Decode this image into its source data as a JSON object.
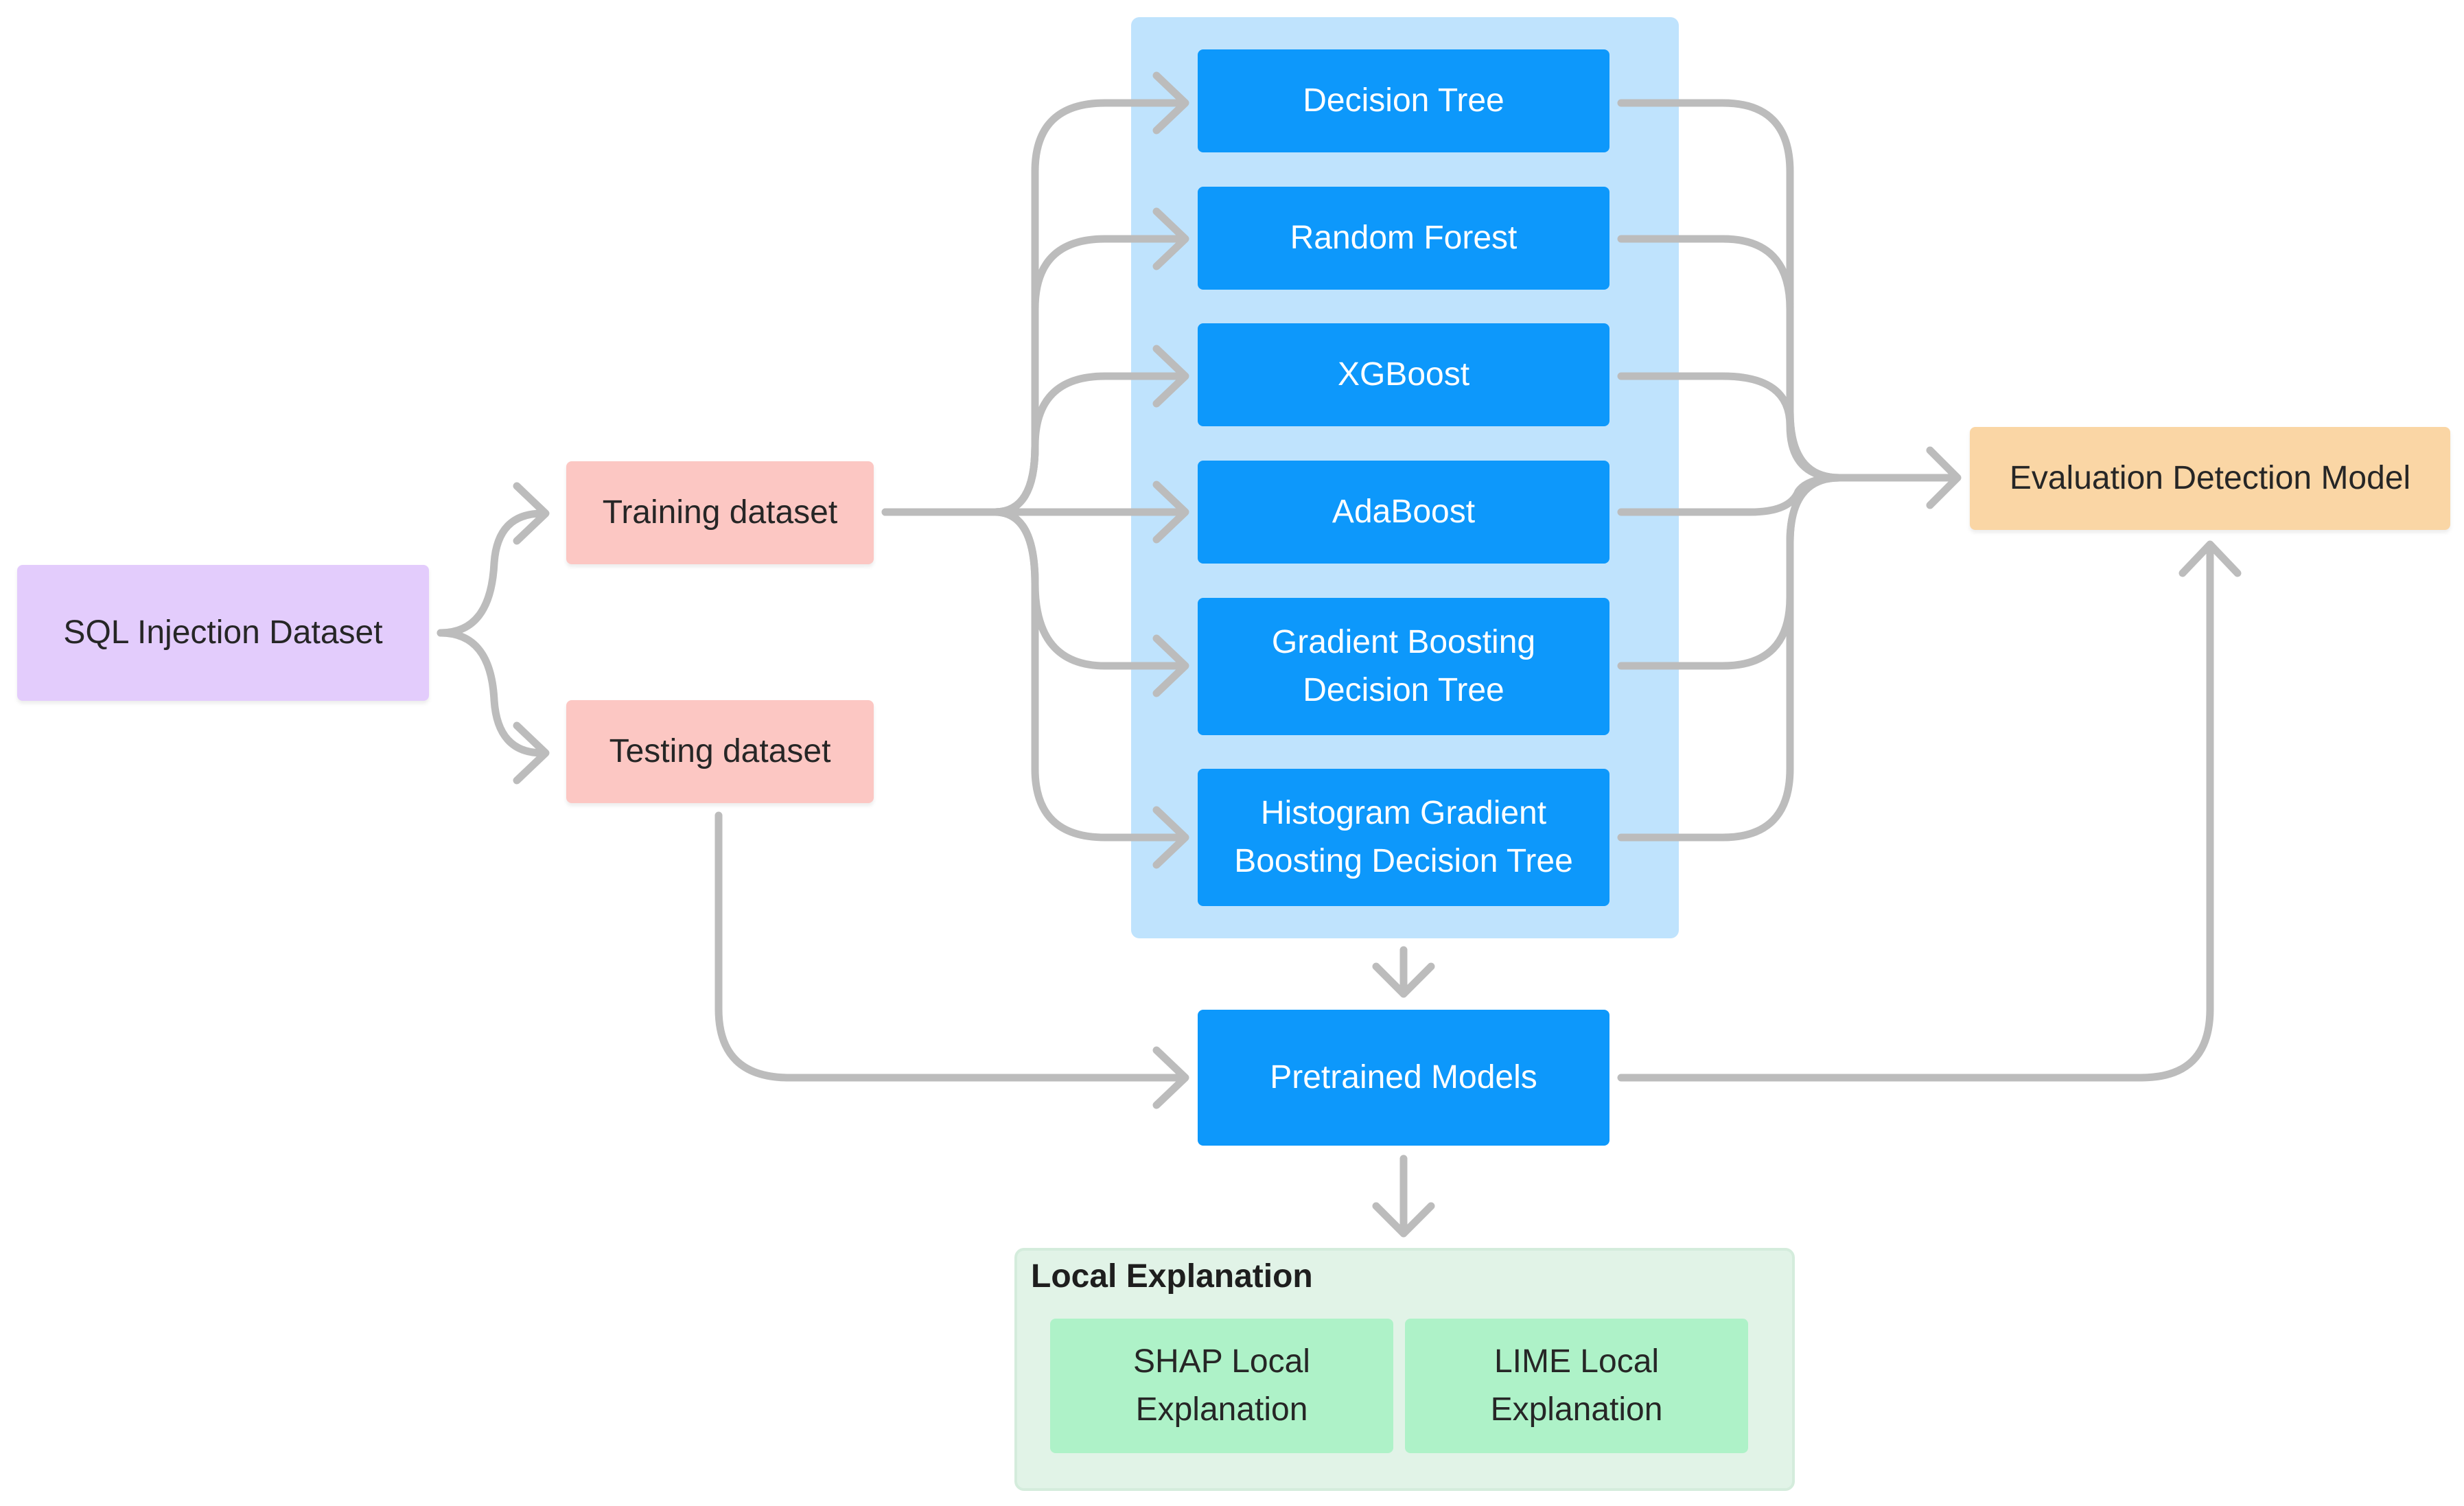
{
  "source": {
    "label": "SQL Injection Dataset",
    "color": "#e3ccfc"
  },
  "split": {
    "training": {
      "label": "Training dataset"
    },
    "testing": {
      "label": "Testing dataset"
    },
    "color": "#fcc7c3"
  },
  "models": {
    "panel_color": "#bfe3fd",
    "node_color": "#0d98fb",
    "items": [
      {
        "lines": [
          "Decision Tree"
        ]
      },
      {
        "lines": [
          "Random Forest"
        ]
      },
      {
        "lines": [
          "XGBoost"
        ]
      },
      {
        "lines": [
          "AdaBoost"
        ]
      },
      {
        "lines": [
          "Gradient Boosting",
          "Decision Tree"
        ]
      },
      {
        "lines": [
          "Histogram Gradient",
          "Boosting Decision Tree"
        ]
      }
    ]
  },
  "pretrained": {
    "label": "Pretrained Models"
  },
  "evaluation": {
    "label": "Evaluation Detection Model",
    "color": "#fad6a5"
  },
  "local_explanation": {
    "title": "Local Explanation",
    "panel_color": "#e1f3e7",
    "items": [
      {
        "lines": [
          "SHAP Local",
          "Explanation"
        ]
      },
      {
        "lines": [
          "LIME Local",
          "Explanation"
        ]
      }
    ],
    "item_color": "#aef2c8"
  },
  "edge_color": "#bcbcbc"
}
